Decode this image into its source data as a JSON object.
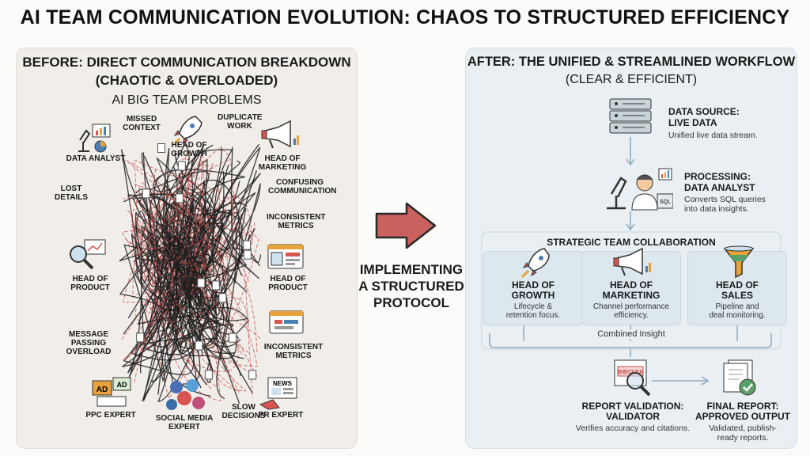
{
  "title": "AI TEAM COMMUNICATION EVOLUTION: CHAOS TO STRUCTURED EFFICIENCY",
  "left": {
    "title": "BEFORE: DIRECT COMMUNICATION BREAKDOWN",
    "subtitle": "(CHAOTIC & OVERLOADED)",
    "heading": "AI BIG TEAM PROBLEMS",
    "roles": {
      "data_analyst": "DATA ANALYST",
      "head_growth": "HEAD OF GROWTH",
      "head_marketing": "HEAD OF MARKETING",
      "head_product_left": "HEAD OF PRODUCT",
      "head_product_right": "HEAD OF PRODUCT",
      "ppc": "PPC EXPERT",
      "social": "SOCIAL MEDIA EXPERT",
      "pr": "PR EXPERT"
    },
    "problems": {
      "missed_context": "MISSED CONTEXT",
      "duplicate_work": "DUPLICATE WORK",
      "confusing": "CONFUSING COMMUNICATION",
      "inconsistent1": "INCONSISTENT METRICS",
      "inconsistent2": "INCONSISTENT METRICS",
      "lost_details": "LOST DETAILS",
      "message_passing": "MESSAGE PASSING OVERLOAD",
      "slow": "SLOW DECISIONS"
    },
    "icon_text": {
      "ad": "AD",
      "news": "NEWS"
    }
  },
  "middle": {
    "line1": "IMPLEMENTING",
    "line2": "A STRUCTURED",
    "line3": "PROTOCOL"
  },
  "right": {
    "title": "AFTER: THE UNIFIED & STREAMLINED WORKFLOW",
    "subtitle": "(CLEAR & EFFICIENT)",
    "source_title1": "DATA SOURCE:",
    "source_title2": "LIVE DATA",
    "source_desc": "Unified live data stream.",
    "proc_title1": "PROCESSING:",
    "proc_title2": "DATA ANALYST",
    "proc_desc1": "Converts SQL queries",
    "proc_desc2": "into data insights.",
    "sql": "SQL",
    "collab": "STRATEGIC TEAM COLLABORATION",
    "cards": [
      {
        "t1": "HEAD OF",
        "t2": "GROWTH",
        "d1": "Lifecycle &",
        "d2": "retention focus."
      },
      {
        "t1": "HEAD OF",
        "t2": "MARKETING",
        "d1": "Channel performance",
        "d2": "efficiency."
      },
      {
        "t1": "HEAD OF",
        "t2": "SALES",
        "d1": "Pipeline and",
        "d2": "deal monitoring."
      }
    ],
    "combined": "Combined Insight",
    "stamp": "BIBCKEA",
    "val_title1": "REPORT VALIDATION:",
    "val_title2": "VALIDATOR",
    "val_desc": "Verifies accuracy and citations.",
    "final_title1": "FINAL REPORT:",
    "final_title2": "APPROVED OUTPUT",
    "final_desc1": "Validated, publish-",
    "final_desc2": "ready reports."
  },
  "colors": {
    "arrow": "#c9615f",
    "tangle": "#1f1f1f",
    "red_line": "#c0504d",
    "card": "#dde7ee"
  }
}
